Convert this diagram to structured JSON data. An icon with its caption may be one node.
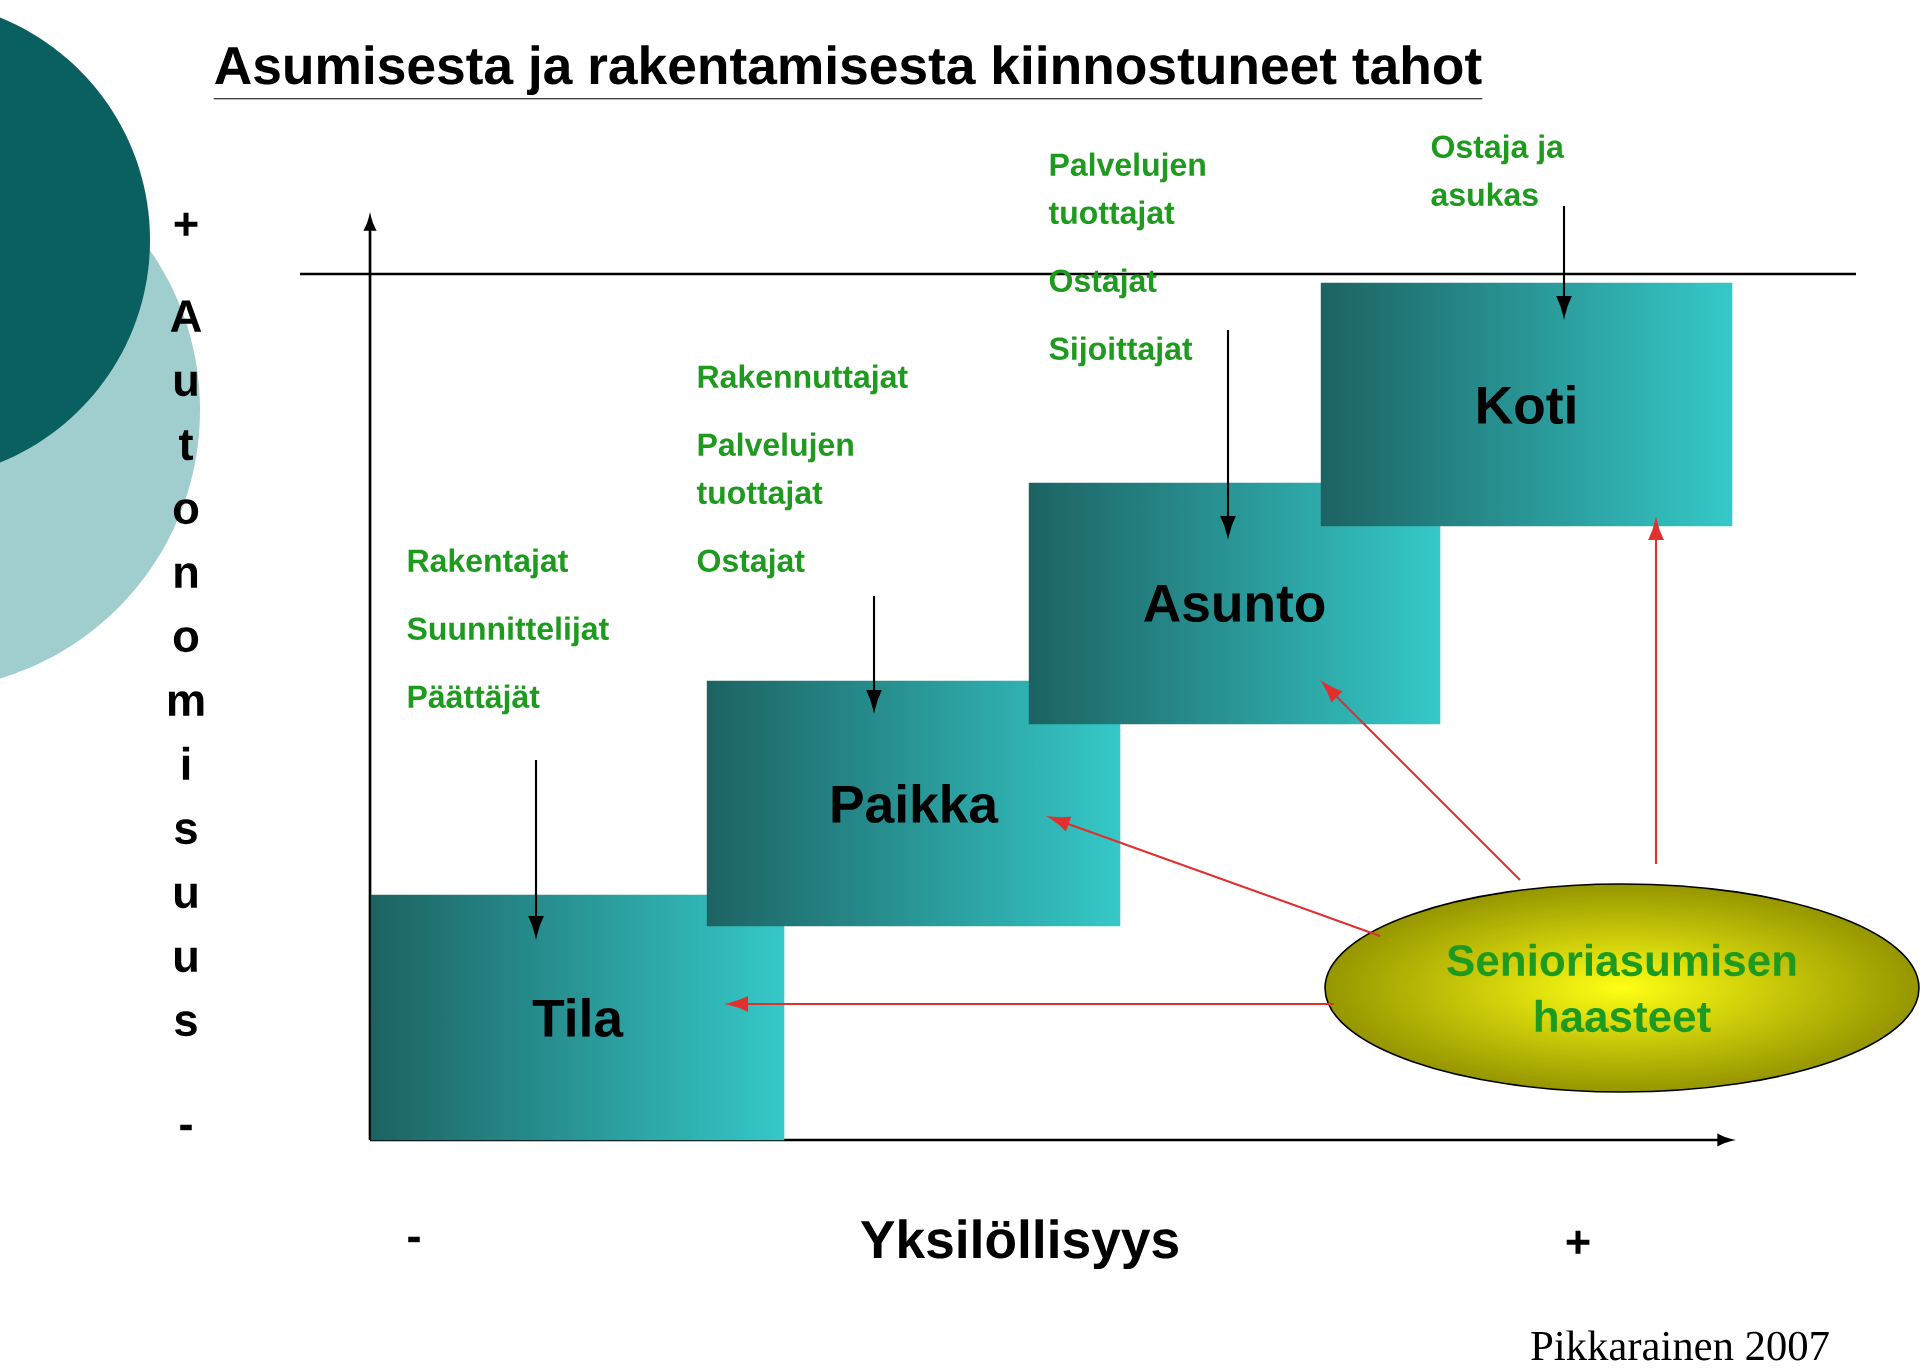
{
  "diagram": {
    "title": "Asumisesta ja rakentamisesta kiinnostuneet tahot",
    "nodes": [
      {
        "text": [
          "Tila"
        ]
      },
      {
        "text": [
          "Paikka"
        ]
      },
      {
        "text": [
          "Asunto"
        ]
      },
      {
        "text": [
          "Koti"
        ]
      },
      {
        "text": [
          "Senioriasumisen haasteet"
        ]
      },
      {
        "text": [
          "Rakentajat",
          "Suunnittelijat",
          "Päättäjät"
        ]
      },
      {
        "text": [
          "Rakennuttajat",
          "Palvelujen tuottajat",
          "Ostajat"
        ]
      },
      {
        "text": [
          "Palvelujen tuottajat",
          "Ostajat",
          "Sijoittajat"
        ]
      },
      {
        "text": [
          "Ostaja ja asukas"
        ]
      }
    ],
    "edges": [
      {
        "from": 5,
        "to": 0,
        "arrow": "to"
      },
      {
        "from": 6,
        "to": 1,
        "arrow": "to"
      },
      {
        "from": 7,
        "to": 2,
        "arrow": "to"
      },
      {
        "from": 8,
        "to": 3,
        "arrow": "to"
      },
      {
        "from": 4,
        "to": 0,
        "arrow": "to",
        "color": "#e03030"
      },
      {
        "from": 4,
        "to": 1,
        "arrow": "to",
        "color": "#e03030"
      },
      {
        "from": 4,
        "to": 2,
        "arrow": "to",
        "color": "#e03030"
      },
      {
        "from": 4,
        "to": 3,
        "arrow": "to",
        "color": "#e03030"
      }
    ],
    "labels": [
      "+",
      "Autonomisuus",
      "-",
      "-",
      "Yksilöllisyys",
      "+",
      "Pikkarainen 2007"
    ]
  }
}
